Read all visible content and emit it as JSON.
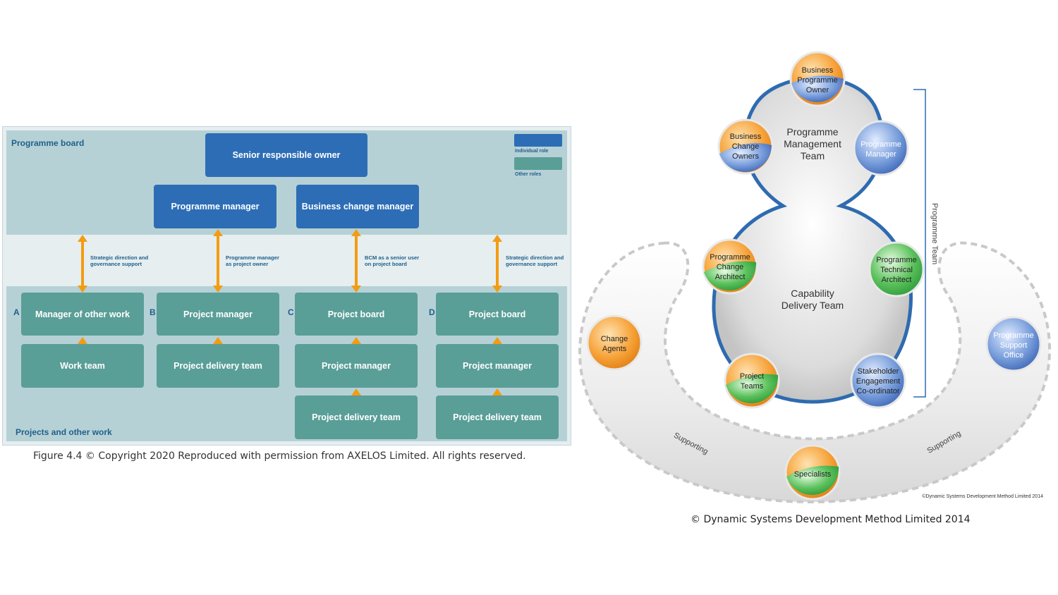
{
  "left_diagram": {
    "bands": {
      "top": "Programme board",
      "bottom": "Projects and other work"
    },
    "legend": [
      {
        "label": "Individual role",
        "color": "#2d6db6"
      },
      {
        "label": "Other roles",
        "color": "#5a9e98"
      }
    ],
    "roles": {
      "sro": "Senior responsible owner",
      "programme_manager": "Programme manager",
      "business_change_manager": "Business change manager"
    },
    "relationships": [
      {
        "line1": "Strategic direction and",
        "line2": "governance support"
      },
      {
        "line1": "Programme manager",
        "line2": "as project owner"
      },
      {
        "line1": "BCM as a senior user",
        "line2": "on project board"
      },
      {
        "line1": "Strategic direction and",
        "line2": "governance support"
      }
    ],
    "columns": [
      {
        "letter": "A",
        "boxes": [
          "Manager of other work",
          "Work team"
        ]
      },
      {
        "letter": "B",
        "boxes": [
          "Project manager",
          "Project delivery team"
        ]
      },
      {
        "letter": "C",
        "boxes": [
          "Project board",
          "Project manager",
          "Project delivery team"
        ]
      },
      {
        "letter": "D",
        "boxes": [
          "Project board",
          "Project manager",
          "Project delivery team"
        ]
      }
    ],
    "caption": "Figure 4.4   © Copyright 2020 Reproduced with permission from AXELOS Limited. All rights reserved."
  },
  "right_diagram": {
    "programme_management_team": [
      "Programme",
      "Management",
      "Team"
    ],
    "capability_delivery_team": [
      "Capability",
      "Delivery Team"
    ],
    "programme_team_label": "Programme Team",
    "supporting_label": "Supporting",
    "roles": {
      "business_programme_owner": [
        "Business",
        "Programme",
        "Owner"
      ],
      "business_change_owners": [
        "Business",
        "Change",
        "Owners"
      ],
      "programme_manager": [
        "Programme",
        "Manager"
      ],
      "programme_change_architect": [
        "Programme",
        "Change",
        "Architect"
      ],
      "programme_technical_architect": [
        "Programme",
        "Technical",
        "Architect"
      ],
      "project_teams": [
        "Project",
        "Teams"
      ],
      "stakeholder_engagement": [
        "Stakeholder",
        "Engagement",
        "Co-ordinator"
      ],
      "change_agents": [
        "Change",
        "Agents"
      ],
      "programme_support_office": [
        "Programme",
        "Support",
        "Office"
      ],
      "specialists": [
        "Specialists"
      ]
    },
    "inner_copyright": "©Dynamic Systems Development Method Limited 2014",
    "caption": "© Dynamic Systems Development Method Limited 2014"
  }
}
